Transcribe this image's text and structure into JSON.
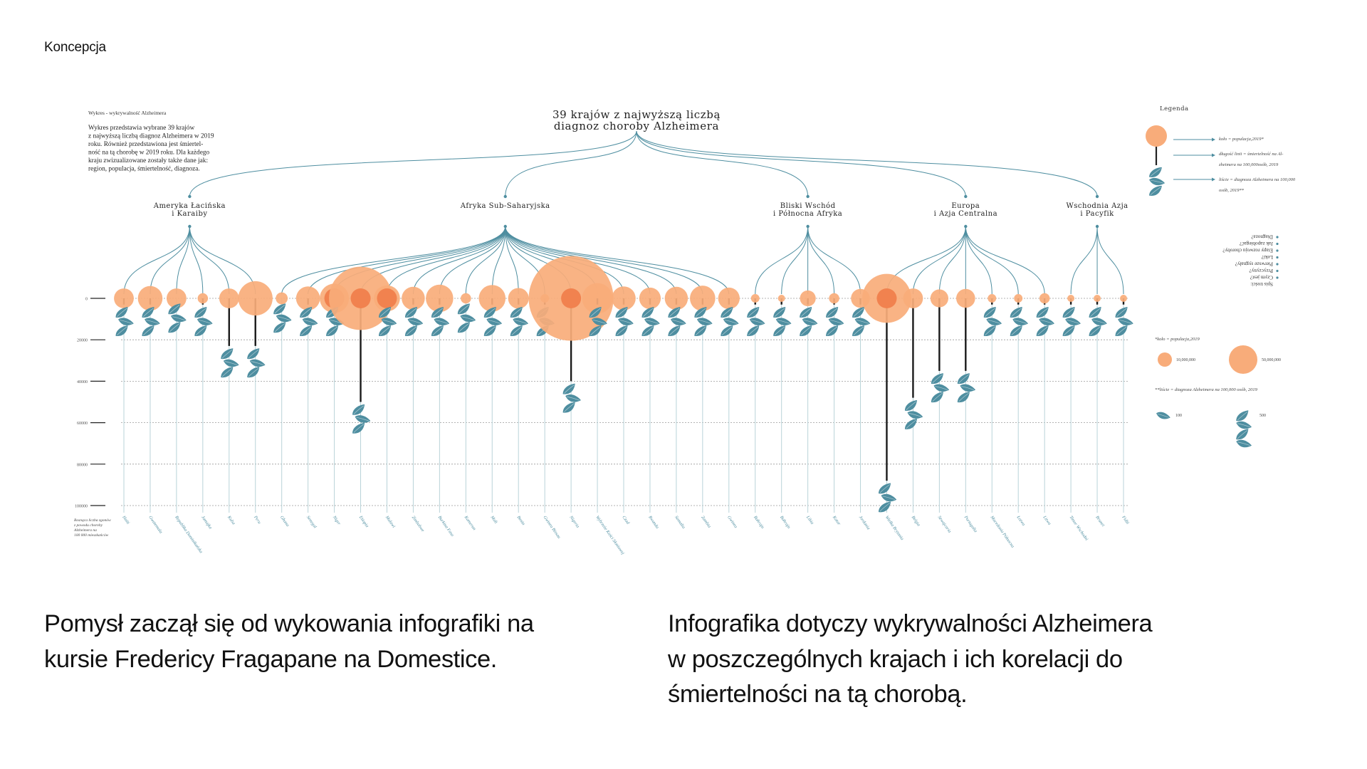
{
  "page": {
    "section_label": "Koncepcja"
  },
  "paragraphs": {
    "left": [
      "Pomysł zaczął się od wykowania infografiki na",
      "kursie Fredericy Fragapane na Domestice."
    ],
    "right": [
      "Infografika dotyczy wykrywalności Alzheimera",
      "w poszczególnych krajach i ich korelacji do",
      "śmiertelności na tą chorobą."
    ]
  },
  "colors": {
    "teal": "#4e8ea0",
    "orange": "#f8ac7a",
    "orange_dark": "#f1824f",
    "line": "#1a1a1a",
    "grid": "#9a9a9a"
  },
  "chart_data": {
    "type": "tree-bubble",
    "title": [
      "39 krajów z najwyższą liczbą",
      "diagnoz choroby Alzheimera"
    ],
    "intro": {
      "heading": "Wykres - wykrywalność Alzheimera",
      "lines": [
        "Wykres przedstawia wybrane 39 krajów",
        "z najwyższą liczbą diagnoz Alzheimera w 2019",
        "roku. Również przedstawiona jest śmiertel-",
        "ność na tą chorobę w 2019 roku. Dla każdego",
        "kraju zwizualizowane zostały także dane jak:",
        "region, populacja, śmiertelność, diagnoza."
      ]
    },
    "y_ticks": [
      "0",
      "20000",
      "40000",
      "60000",
      "80000",
      "100000"
    ],
    "y_range": [
      0,
      100000
    ],
    "y_axis_note": [
      "Rosnąca liczba zgonów",
      "z powodu choroby",
      "Alzheimera na",
      "100 000 mieszkańców"
    ],
    "regions": [
      {
        "name": [
          "Ameryka Łacińska",
          "i Karaiby"
        ]
      },
      {
        "name": [
          "Afryka Sub-Saharyjska"
        ]
      },
      {
        "name": [
          "Bliski Wschód",
          "i Północna Afryka"
        ]
      },
      {
        "name": [
          "Europa",
          "i Azja Centralna"
        ]
      },
      {
        "name": [
          "Wschodnia Azja",
          "i Pacyfik"
        ]
      }
    ],
    "countries": [
      {
        "label": "Haiti",
        "region": 0,
        "pop": 11,
        "line": 3000,
        "leaves": 3,
        "dark": false
      },
      {
        "label": "Gwatemala",
        "region": 0,
        "pop": 17,
        "line": 3000,
        "leaves": 3,
        "dark": false
      },
      {
        "label": "Republika Dominikańska",
        "region": 0,
        "pop": 11,
        "line": 0,
        "leaves": 3,
        "dark": false
      },
      {
        "label": "Jamajka",
        "region": 0,
        "pop": 3,
        "line": 3000,
        "leaves": 3,
        "dark": false
      },
      {
        "label": "Kuba",
        "region": 0,
        "pop": 11,
        "line": 23000,
        "leaves": 3,
        "dark": false
      },
      {
        "label": "Peru",
        "region": 0,
        "pop": 33,
        "line": 23000,
        "leaves": 3,
        "dark": false
      },
      {
        "label": "Ghana",
        "region": 1,
        "pop": 4,
        "line": 0,
        "leaves": 3,
        "dark": false
      },
      {
        "label": "Senegal",
        "region": 1,
        "pop": 16,
        "line": 3000,
        "leaves": 3,
        "dark": false
      },
      {
        "label": "Niger",
        "region": 1,
        "pop": 24,
        "line": 3000,
        "leaves": 3,
        "dark": true
      },
      {
        "label": "Etiopia",
        "region": 1,
        "pop": 112,
        "line": 50000,
        "leaves": 3,
        "dark": true
      },
      {
        "label": "Malawi",
        "region": 1,
        "pop": 19,
        "line": 3000,
        "leaves": 3,
        "dark": true
      },
      {
        "label": "Zimbabwe",
        "region": 1,
        "pop": 15,
        "line": 3000,
        "leaves": 3,
        "dark": false
      },
      {
        "label": "Burkina Faso",
        "region": 1,
        "pop": 21,
        "line": 3000,
        "leaves": 3,
        "dark": false
      },
      {
        "label": "Kamerun",
        "region": 1,
        "pop": 3,
        "line": 0,
        "leaves": 3,
        "dark": false
      },
      {
        "label": "Mali",
        "region": 1,
        "pop": 20,
        "line": 3000,
        "leaves": 3,
        "dark": false
      },
      {
        "label": "Benin",
        "region": 1,
        "pop": 12,
        "line": 3000,
        "leaves": 3,
        "dark": false
      },
      {
        "label": "Gwinea Bissau",
        "region": 1,
        "pop": 2,
        "line": 3000,
        "leaves": 3,
        "dark": false
      },
      {
        "label": "Nigeria",
        "region": 1,
        "pop": 201,
        "line": 40000,
        "leaves": 3,
        "dark": true
      },
      {
        "label": "Wybrzeże Kości Słoniowej",
        "region": 1,
        "pop": 26,
        "line": 3000,
        "leaves": 3,
        "dark": false
      },
      {
        "label": "Czad",
        "region": 1,
        "pop": 16,
        "line": 3000,
        "leaves": 3,
        "dark": false
      },
      {
        "label": "Rwanda",
        "region": 1,
        "pop": 13,
        "line": 3000,
        "leaves": 3,
        "dark": false
      },
      {
        "label": "Somalia",
        "region": 1,
        "pop": 15,
        "line": 3000,
        "leaves": 3,
        "dark": false
      },
      {
        "label": "Zambia",
        "region": 1,
        "pop": 18,
        "line": 3000,
        "leaves": 3,
        "dark": false
      },
      {
        "label": "Gwinea",
        "region": 1,
        "pop": 13,
        "line": 3000,
        "leaves": 3,
        "dark": false
      },
      {
        "label": "Bahrajn",
        "region": 2,
        "pop": 2,
        "line": 3000,
        "leaves": 3,
        "dark": false
      },
      {
        "label": "Bahrajn",
        "region": 2,
        "pop": 1,
        "line": 3000,
        "leaves": 3,
        "dark": false
      },
      {
        "label": "Libia",
        "region": 2,
        "pop": 7,
        "line": 3000,
        "leaves": 3,
        "dark": false
      },
      {
        "label": "Katar",
        "region": 2,
        "pop": 3,
        "line": 3000,
        "leaves": 3,
        "dark": false
      },
      {
        "label": "Jordania",
        "region": 2,
        "pop": 10,
        "line": 3000,
        "leaves": 3,
        "dark": false
      },
      {
        "label": "Wielka Brytania",
        "region": 3,
        "pop": 67,
        "line": 88000,
        "leaves": 3,
        "dark": true
      },
      {
        "label": "Belgia",
        "region": 3,
        "pop": 11,
        "line": 48000,
        "leaves": 3,
        "dark": false
      },
      {
        "label": "Szwajcaria",
        "region": 3,
        "pop": 9,
        "line": 35000,
        "leaves": 3,
        "dark": false
      },
      {
        "label": "Portugalia",
        "region": 3,
        "pop": 10,
        "line": 35000,
        "leaves": 3,
        "dark": false
      },
      {
        "label": "Macedonia Północna",
        "region": 3,
        "pop": 2,
        "line": 3000,
        "leaves": 3,
        "dark": false
      },
      {
        "label": "Łotwa",
        "region": 3,
        "pop": 2,
        "line": 3000,
        "leaves": 3,
        "dark": false
      },
      {
        "label": "Litwa",
        "region": 3,
        "pop": 3,
        "line": 3000,
        "leaves": 3,
        "dark": false
      },
      {
        "label": "Timor Wschodni",
        "region": 4,
        "pop": 1,
        "line": 3000,
        "leaves": 3,
        "dark": false
      },
      {
        "label": "Brunei",
        "region": 4,
        "pop": 1,
        "line": 3000,
        "leaves": 3,
        "dark": false
      },
      {
        "label": "Fidżi",
        "region": 4,
        "pop": 1,
        "line": 3000,
        "leaves": 3,
        "dark": false
      }
    ],
    "legend": {
      "title": "Legenda",
      "items": [
        "koło = populacja,2019*",
        "długość linii = śmiertelność na Al-",
        "zheimera na 100,000osób, 2019",
        "liście = diagnoza Alzheimera na 100,000",
        "osób, 2019**"
      ]
    },
    "toc": [
      "Spis treści:",
      "Czym jest?",
      "Przyczyny?",
      "Pierwsze sygnały?",
      "Leki?",
      "Etapy rozwoju choroby?",
      "Jak zapobiegać?",
      "Diagnoza?"
    ],
    "legend_note1": "*koło = populacja,2019",
    "legend_size_labels": [
      "10,000,000",
      "50,000,000"
    ],
    "legend_note2": "**liście = diagnoza Alzheimera na 100,000 osób, 2019",
    "legend_leaf_labels": [
      "100",
      "500"
    ]
  }
}
